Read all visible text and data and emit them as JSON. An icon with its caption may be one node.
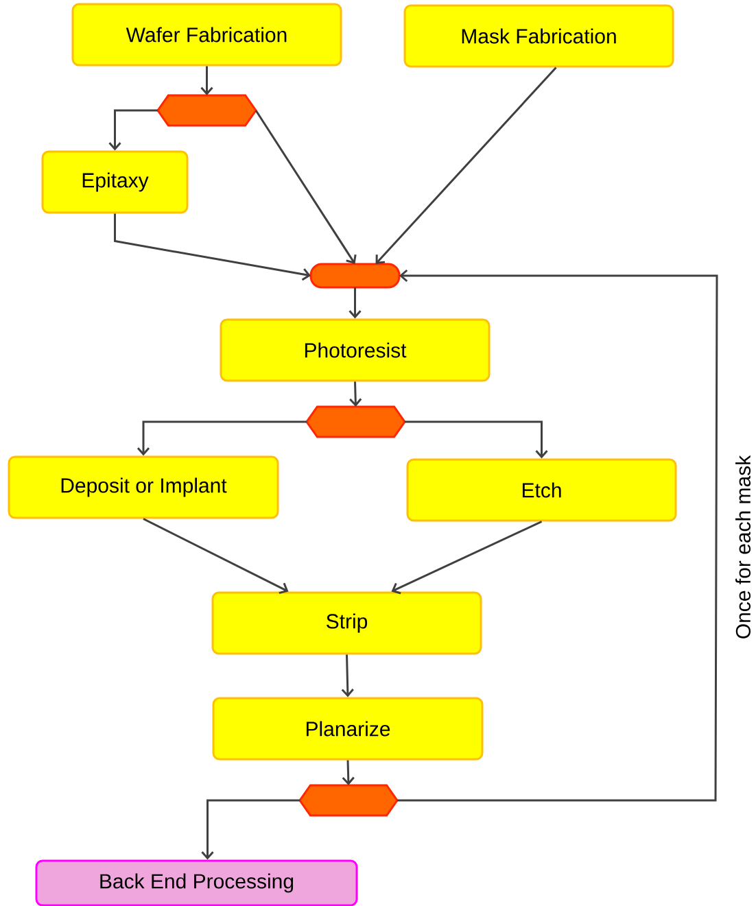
{
  "diagram": {
    "nodes": [
      {
        "text": [
          "Wafer Fabrication"
        ]
      },
      {
        "text": [
          "Mask Fabrication"
        ]
      },
      {
        "text": [],
        "shape": "hexagon"
      },
      {
        "text": [
          "Epitaxy"
        ]
      },
      {
        "text": [],
        "shape": "oval"
      },
      {
        "text": [
          "Photoresist"
        ]
      },
      {
        "text": [],
        "shape": "hexagon"
      },
      {
        "text": [
          "Deposit or Implant"
        ]
      },
      {
        "text": [
          "Etch"
        ]
      },
      {
        "text": [
          "Strip"
        ]
      },
      {
        "text": [
          "Planarize"
        ]
      },
      {
        "text": [],
        "shape": "hexagon"
      },
      {
        "text": [
          "Back End Processing"
        ]
      }
    ],
    "edges": [
      {
        "from": 0,
        "to": 2,
        "arrow": "to"
      },
      {
        "from": 2,
        "to": 3,
        "arrow": "to"
      },
      {
        "from": 2,
        "to": 4,
        "arrow": "to"
      },
      {
        "from": 1,
        "to": 4,
        "arrow": "to"
      },
      {
        "from": 3,
        "to": 4,
        "arrow": "to"
      },
      {
        "from": 4,
        "to": 5,
        "arrow": "to"
      },
      {
        "from": 5,
        "to": 6,
        "arrow": "to"
      },
      {
        "from": 6,
        "to": 7,
        "arrow": "to"
      },
      {
        "from": 6,
        "to": 8,
        "arrow": "to"
      },
      {
        "from": 7,
        "to": 9,
        "arrow": "to"
      },
      {
        "from": 8,
        "to": 9,
        "arrow": "to"
      },
      {
        "from": 9,
        "to": 10,
        "arrow": "to"
      },
      {
        "from": 10,
        "to": 11,
        "arrow": "to"
      },
      {
        "from": 11,
        "to": 12,
        "arrow": "to"
      },
      {
        "from": 11,
        "to": 4,
        "arrow": "to",
        "label": "Once for each mask"
      }
    ]
  }
}
